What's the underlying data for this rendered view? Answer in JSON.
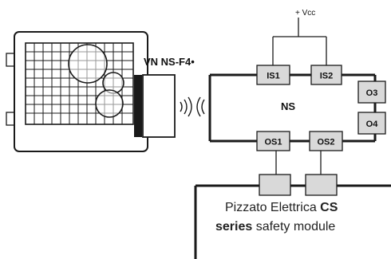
{
  "labels": {
    "vcc": "+ Vcc",
    "sensor_model": "VN NS-F4•",
    "ns": "NS",
    "module_line1_a": "Pizzato Elettrica ",
    "module_line1_b": "CS",
    "module_line2_a": "series",
    "module_line2_b": " safety module"
  },
  "terminals": {
    "is1": "IS1",
    "is2": "IS2",
    "o3": "O3",
    "o4": "O4",
    "os1": "OS1",
    "os2": "OS2"
  },
  "colors": {
    "line": "#1a1a1a",
    "terminal_fill": "#d9d9d9",
    "text": "#111111"
  },
  "icons": {
    "wireless": "wireless-signal-icon",
    "actuator": "actuator-icon",
    "door": "guarded-door-icon"
  }
}
